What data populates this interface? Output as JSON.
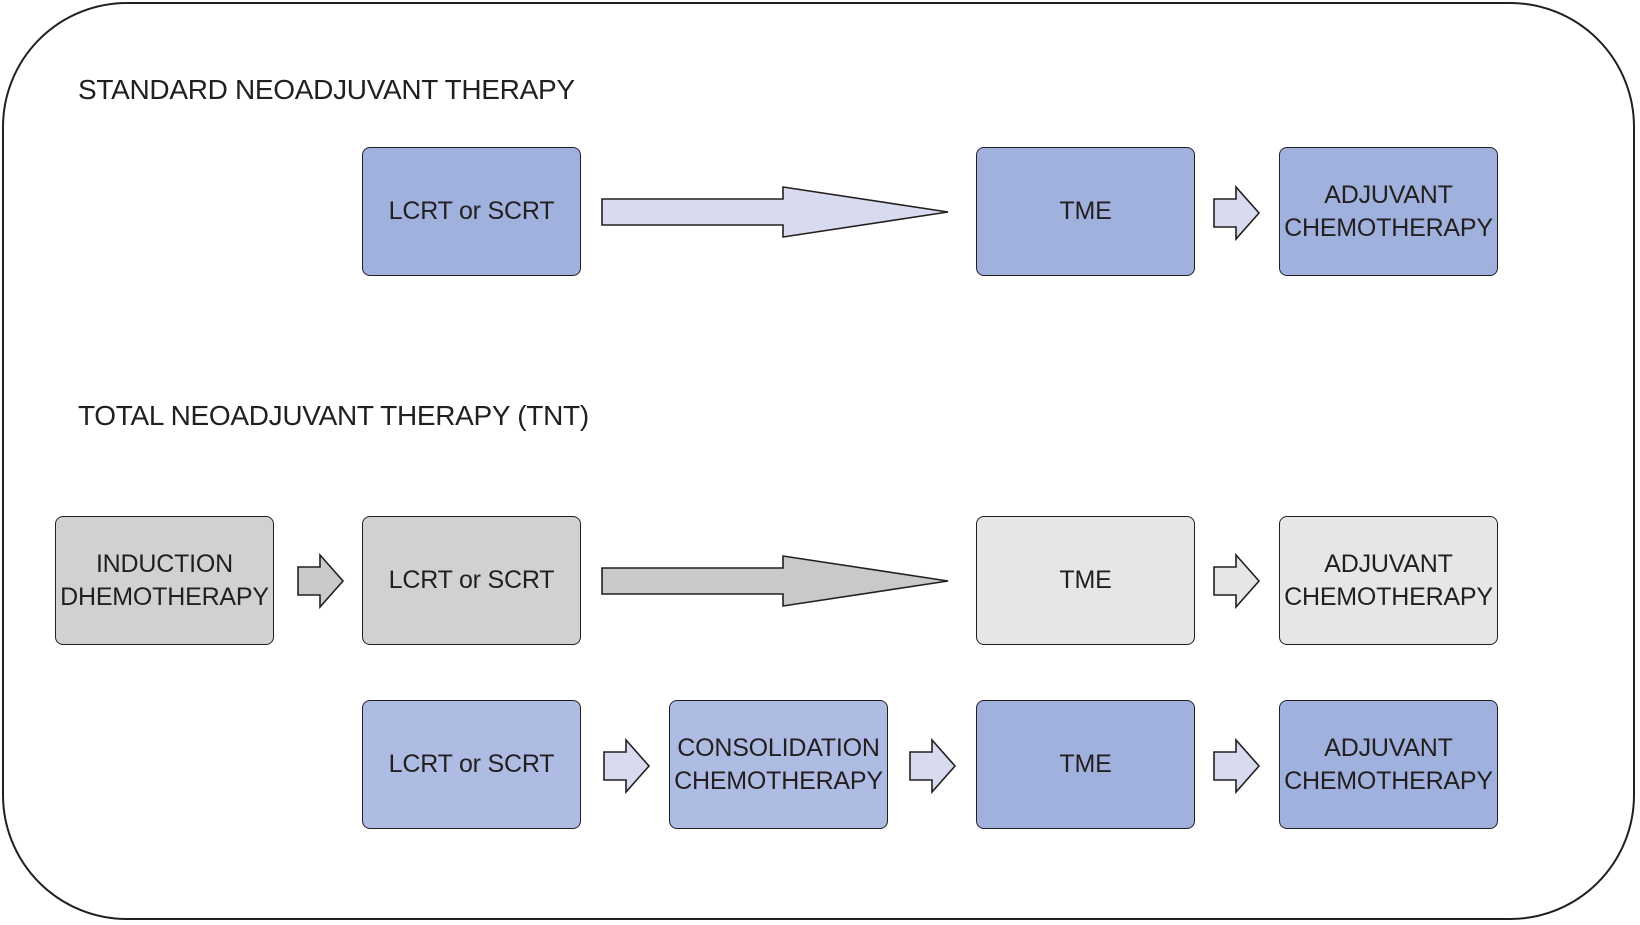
{
  "colors": {
    "blue_dark": "#a1b1dd",
    "blue_mid": "#aebce3",
    "blue_light_arrow": "#d8dbef",
    "gray_dark": "#d0d1d3",
    "gray_light": "#e5e6e7",
    "gray_arrow": "#c8c9cb",
    "outline": "#231f20"
  },
  "standard": {
    "title": "STANDARD NEOADJUVANT THERAPY",
    "radiation": "LCRT or SCRT",
    "surgery": "TME",
    "adjuvant": "ADJUVANT\nCHEMOTHERAPY"
  },
  "tnt": {
    "title": "TOTAL NEOADJUVANT THERAPY (TNT)",
    "induction_row": {
      "induction": "INDUCTION\nDHEMOTHERAPY",
      "radiation": "LCRT or SCRT",
      "surgery": "TME",
      "adjuvant": "ADJUVANT\nCHEMOTHERAPY"
    },
    "consolidation_row": {
      "radiation": "LCRT or SCRT",
      "consolidation": "CONSOLIDATION\nCHEMOTHERAPY",
      "surgery": "TME",
      "adjuvant": "ADJUVANT\nCHEMOTHERAPY"
    }
  }
}
